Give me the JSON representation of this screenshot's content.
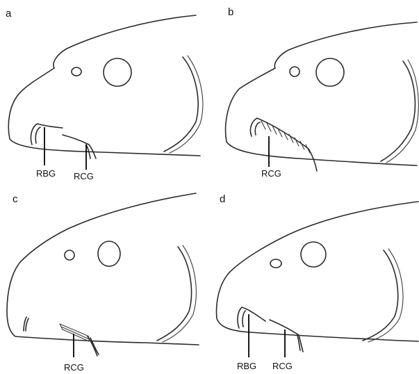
{
  "panels": [
    {
      "letter": "a",
      "labels": [
        "RBG",
        "RCG"
      ]
    },
    {
      "letter": "b",
      "labels": [
        "RCG"
      ]
    },
    {
      "letter": "c",
      "labels": [
        "RCG"
      ]
    },
    {
      "letter": "d",
      "labels": [
        "RBG",
        "RCG"
      ]
    }
  ]
}
